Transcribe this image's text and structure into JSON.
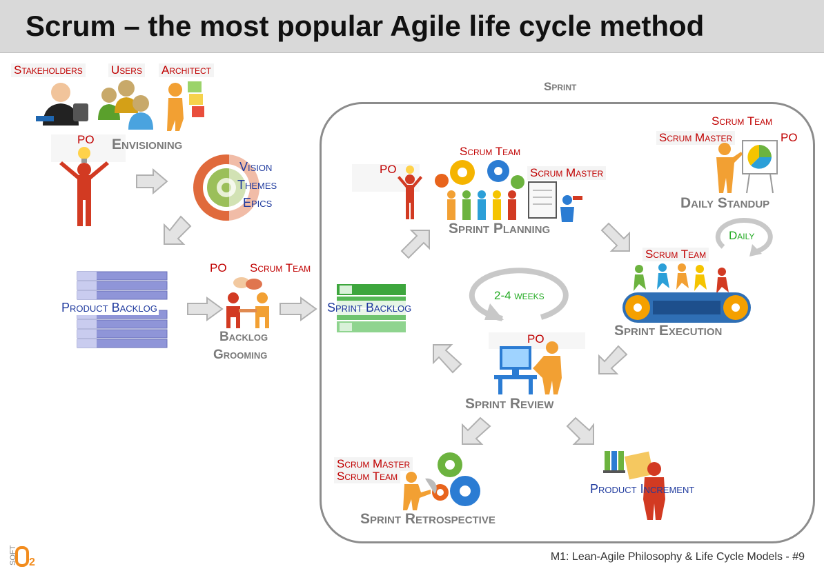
{
  "title": "Scrum – the most popular Agile life cycle method",
  "roles": {
    "stakeholders": "Stakeholders",
    "users": "Users",
    "architect": "Architect",
    "po": "PO",
    "scrum_team": "Scrum Team",
    "scrum_master": "Scrum Master"
  },
  "envisioning": {
    "label": "Envisioning",
    "items": [
      "Vision",
      "Themes",
      "Epics"
    ]
  },
  "product_backlog": "Product Backlog",
  "backlog_grooming": [
    "Backlog",
    "Grooming"
  ],
  "sprint": {
    "label": "Sprint",
    "sprint_backlog": "Sprint Backlog",
    "sprint_planning": "Sprint Planning",
    "daily_standup": "Daily Standup",
    "daily": "Daily",
    "sprint_execution": "Sprint Execution",
    "cycle": "2-4 weeks",
    "sprint_review": "Sprint Review",
    "sprint_retrospective": "Sprint Retrospective",
    "product_increment": "Product Increment"
  },
  "footer": "M1: Lean-Agile Philosophy & Life Cycle Models   -  #9",
  "logo": "SOFT O2",
  "colors": {
    "role_red": "#c00000",
    "stage_gray": "#7a7a7a",
    "item_blue": "#1f3a9e",
    "daily_green": "#22aa22",
    "arrow_gray": "#bdbdbd",
    "backlog_purple": "#8f95d8",
    "sprint_backlog_green": "#4caf50",
    "person_red": "#d23a22",
    "person_orange": "#f2a033"
  }
}
